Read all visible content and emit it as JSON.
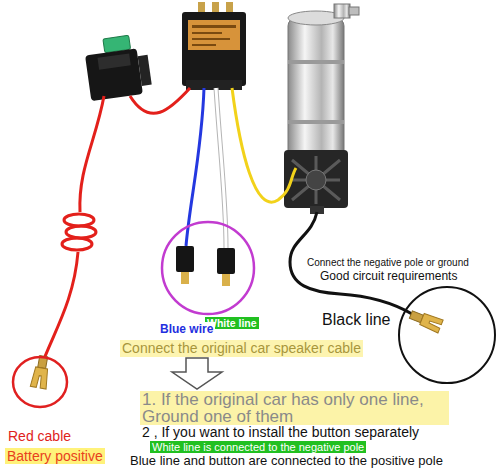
{
  "diagram": {
    "labels": [
      "Connect the negative pole or ground",
      "Good circuit requirements",
      "White line",
      "Black line",
      "Blue wire",
      "Connect the original car speaker cable",
      "1. If the original car has only one line, Ground one of them",
      "2 , If you want to install the button separately",
      "White line is connected to the negative pole",
      "Blue line and button are connected to the positive pole",
      "Red cable",
      "Battery positive"
    ]
  }
}
